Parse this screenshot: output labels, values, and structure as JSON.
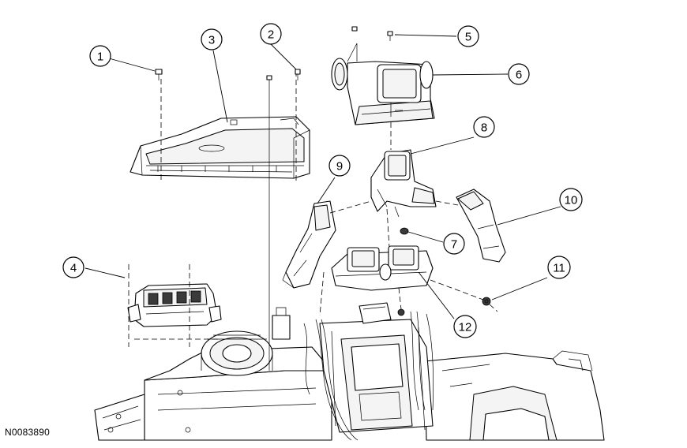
{
  "figure_id": "N0083890",
  "callouts": [
    "1",
    "2",
    "3",
    "4",
    "5",
    "6",
    "7",
    "8",
    "9",
    "10",
    "11",
    "12"
  ]
}
